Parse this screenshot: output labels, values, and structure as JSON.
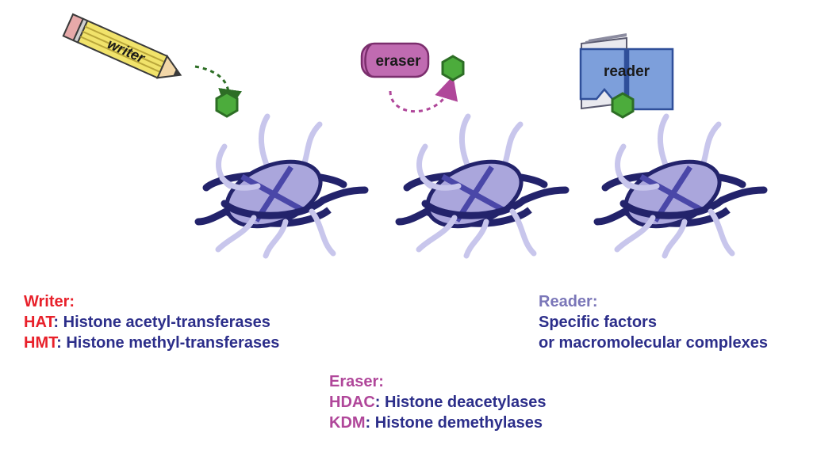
{
  "tools": {
    "writer_label": "writer",
    "eraser_label": "eraser",
    "reader_label": "reader"
  },
  "captions": {
    "writer": {
      "heading": "Writer:",
      "lines": [
        {
          "abbr": "HAT",
          "text": ": Histone acetyl-transferases"
        },
        {
          "abbr": "HMT",
          "text": ": Histone methyl-transferases"
        }
      ]
    },
    "reader": {
      "heading": "Reader:",
      "lines": [
        "Specific factors",
        "or macromolecular complexes"
      ]
    },
    "eraser": {
      "heading": "Eraser:",
      "lines": [
        {
          "abbr": "HDAC",
          "text": ": Histone deacetylases"
        },
        {
          "abbr": "KDM",
          "text": ": Histone demethylases"
        }
      ]
    }
  },
  "colors": {
    "writer_accent": "#e8202a",
    "reader_accent": "#7a76b8",
    "eraser_accent": "#b0479a",
    "text_navy": "#2c2e8a",
    "mark_green": "#4cac3c",
    "histone_fill": "#aaa6dc",
    "dna_dark": "#23236b"
  }
}
